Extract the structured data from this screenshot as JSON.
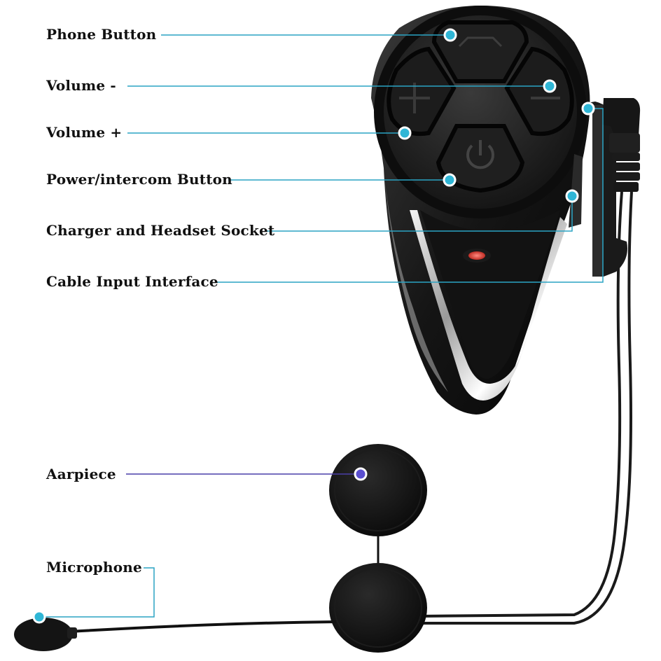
{
  "labels": {
    "phone_button": "Phone Button",
    "volume_minus": "Volume -",
    "volume_plus": "Volume +",
    "power_intercom": "Power/intercom Button",
    "charger_socket": "Charger and Headset Socket",
    "cable_input": "Cable Input Interface",
    "earpiece": "Aarpiece",
    "microphone": "Microphone"
  },
  "colors": {
    "callout_line": "#2aa4c4",
    "callout_line_earpiece": "#4a3fa8",
    "dot_fill": "#2fb6d6",
    "dot_fill_earpiece": "#5b4fd0",
    "led": "#e0342c"
  },
  "icons": {
    "phone": "handset-icon",
    "minus": "minus-icon",
    "plus": "plus-icon",
    "power": "power-icon"
  }
}
